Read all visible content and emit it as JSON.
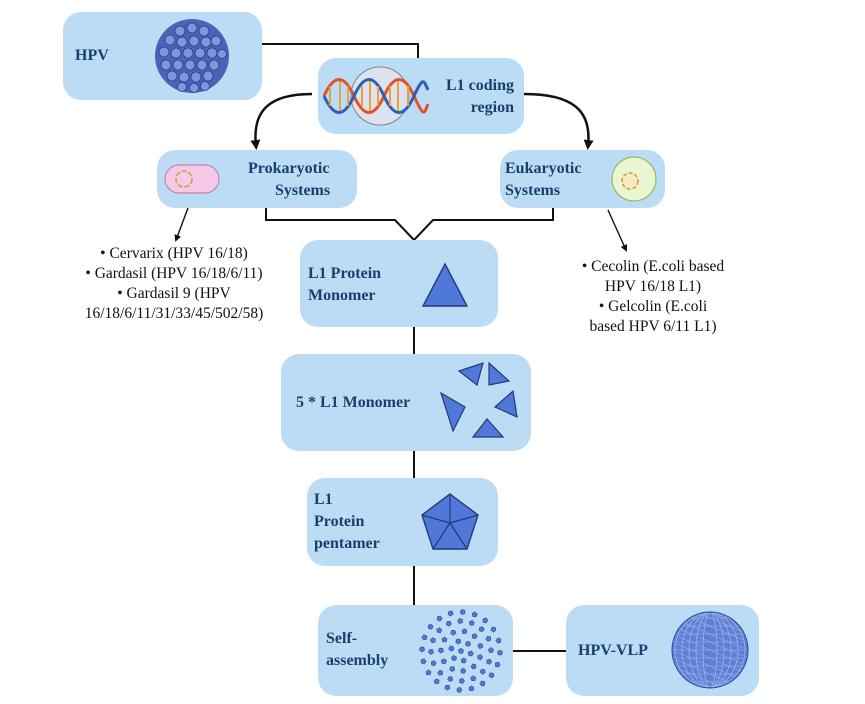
{
  "nodes": {
    "hpv": {
      "label": "HPV"
    },
    "l1_coding": {
      "line1": "L1 coding",
      "line2": "region"
    },
    "prokaryotic": {
      "line1": "Prokaryotic",
      "line2": "Systems"
    },
    "eukaryotic": {
      "line1": "Eukaryotic",
      "line2": "Systems"
    },
    "monomer": {
      "line1": "L1 Protein",
      "line2": "Monomer"
    },
    "five_monomer": {
      "label": "5 * L1 Monomer"
    },
    "pentamer": {
      "line1": "L1",
      "line2": "Protein",
      "line3": "pentamer"
    },
    "self_assembly": {
      "line1": "Self-",
      "line2": "assembly"
    },
    "hpv_vlp": {
      "label": "HPV-VLP"
    }
  },
  "prokaryotic_vaccines": [
    "• Cervarix (HPV 16/18)",
    "• Gardasil (HPV 16/18/6/11)",
    "• Gardasil 9 (HPV",
    "16/18/6/11/31/33/45/502/58)"
  ],
  "eukaryotic_vaccines": [
    "• Cecolin (E.coli based",
    "HPV 16/18 L1)",
    "• Gelcolin (E.coli",
    "based HPV 6/11 L1)"
  ],
  "colors": {
    "box_fill": "#bcdcf5",
    "label_text": "#17406e",
    "shape_fill": "#4f78d8",
    "line": "#111111"
  }
}
